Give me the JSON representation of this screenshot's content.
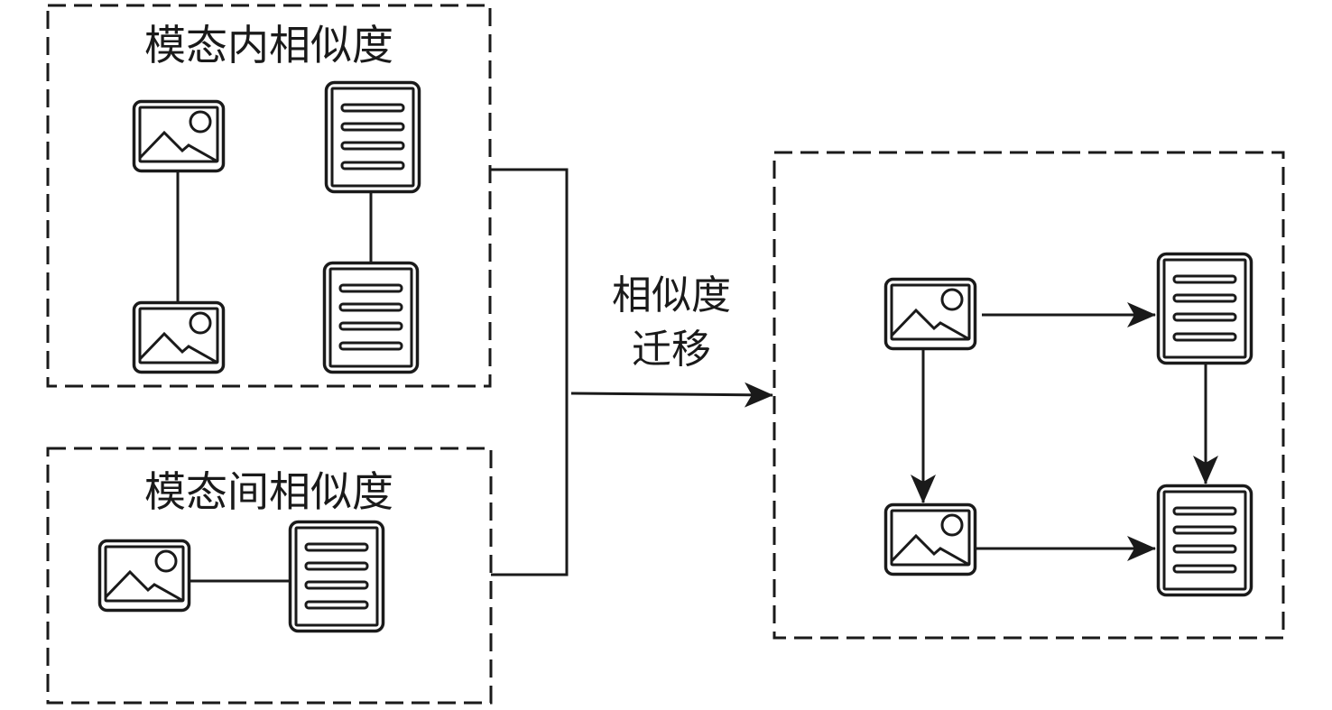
{
  "diagram": {
    "intra_modal_box": {
      "title": "模态内相似度",
      "nodes": [
        {
          "type": "image",
          "id": "img-a"
        },
        {
          "type": "image",
          "id": "img-b"
        },
        {
          "type": "text",
          "id": "txt-a"
        },
        {
          "type": "text",
          "id": "txt-b"
        }
      ],
      "edges": [
        {
          "from": "img-a",
          "to": "img-b",
          "directed": false
        },
        {
          "from": "txt-a",
          "to": "txt-b",
          "directed": false
        }
      ]
    },
    "inter_modal_box": {
      "title": "模态间相似度",
      "nodes": [
        {
          "type": "image",
          "id": "img-c"
        },
        {
          "type": "text",
          "id": "txt-c"
        }
      ],
      "edges": [
        {
          "from": "img-c",
          "to": "txt-c",
          "directed": false
        }
      ]
    },
    "transfer_label_line1": "相似度",
    "transfer_label_line2": "迁移",
    "result_box": {
      "nodes": [
        {
          "type": "image",
          "id": "img-1"
        },
        {
          "type": "image",
          "id": "img-2"
        },
        {
          "type": "text",
          "id": "txt-1"
        },
        {
          "type": "text",
          "id": "txt-2"
        }
      ],
      "edges": [
        {
          "from": "img-1",
          "to": "txt-1",
          "directed": true
        },
        {
          "from": "txt-1",
          "to": "txt-2",
          "directed": true
        },
        {
          "from": "img-1",
          "to": "img-2",
          "directed": true
        },
        {
          "from": "img-2",
          "to": "txt-2",
          "directed": true
        }
      ]
    },
    "icons": {
      "image": "image-icon",
      "text": "document-icon"
    }
  }
}
